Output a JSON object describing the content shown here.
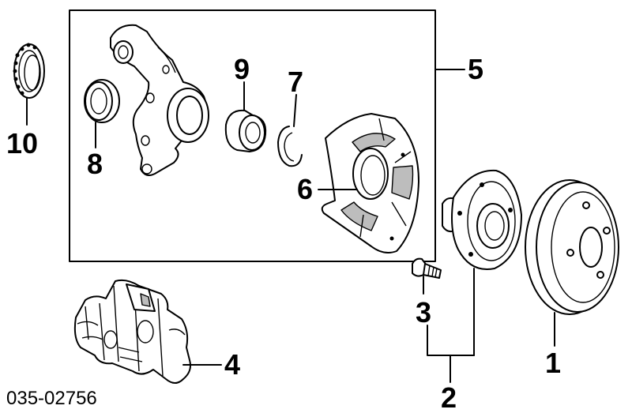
{
  "diagram": {
    "code": "035-02756",
    "callouts": {
      "n1": "1",
      "n2": "2",
      "n3": "3",
      "n4": "4",
      "n5": "5",
      "n6": "6",
      "n7": "7",
      "n8": "8",
      "n9": "9",
      "n10": "10"
    }
  }
}
